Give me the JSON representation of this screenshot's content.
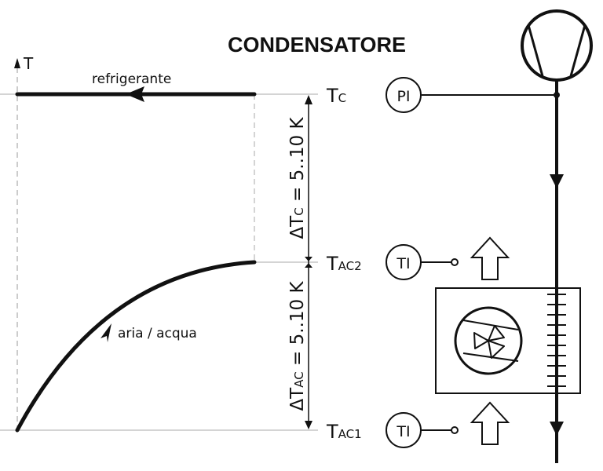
{
  "title": "CONDENSATORE",
  "axis": {
    "y_label": "T"
  },
  "curves": {
    "refrigerant_label": "refrigerante",
    "medium_label": "aria / acqua"
  },
  "levels": {
    "tc": {
      "main": "T",
      "sub": "C"
    },
    "tac2": {
      "main": "T",
      "sub": "AC2"
    },
    "tac1": {
      "main": "T",
      "sub": "AC1"
    }
  },
  "deltas": {
    "dtc": {
      "delta": "Δ",
      "main": "T",
      "sub": "C",
      "range": " = 5..10 K"
    },
    "dtac": {
      "delta": "Δ",
      "main": "T",
      "sub": "AC",
      "range": " = 5..10 K"
    }
  },
  "instruments": {
    "pressure": "PI",
    "temp_out": "TI",
    "temp_in": "TI"
  },
  "colors": {
    "line": "#111111",
    "guide": "#aaaaaa"
  }
}
